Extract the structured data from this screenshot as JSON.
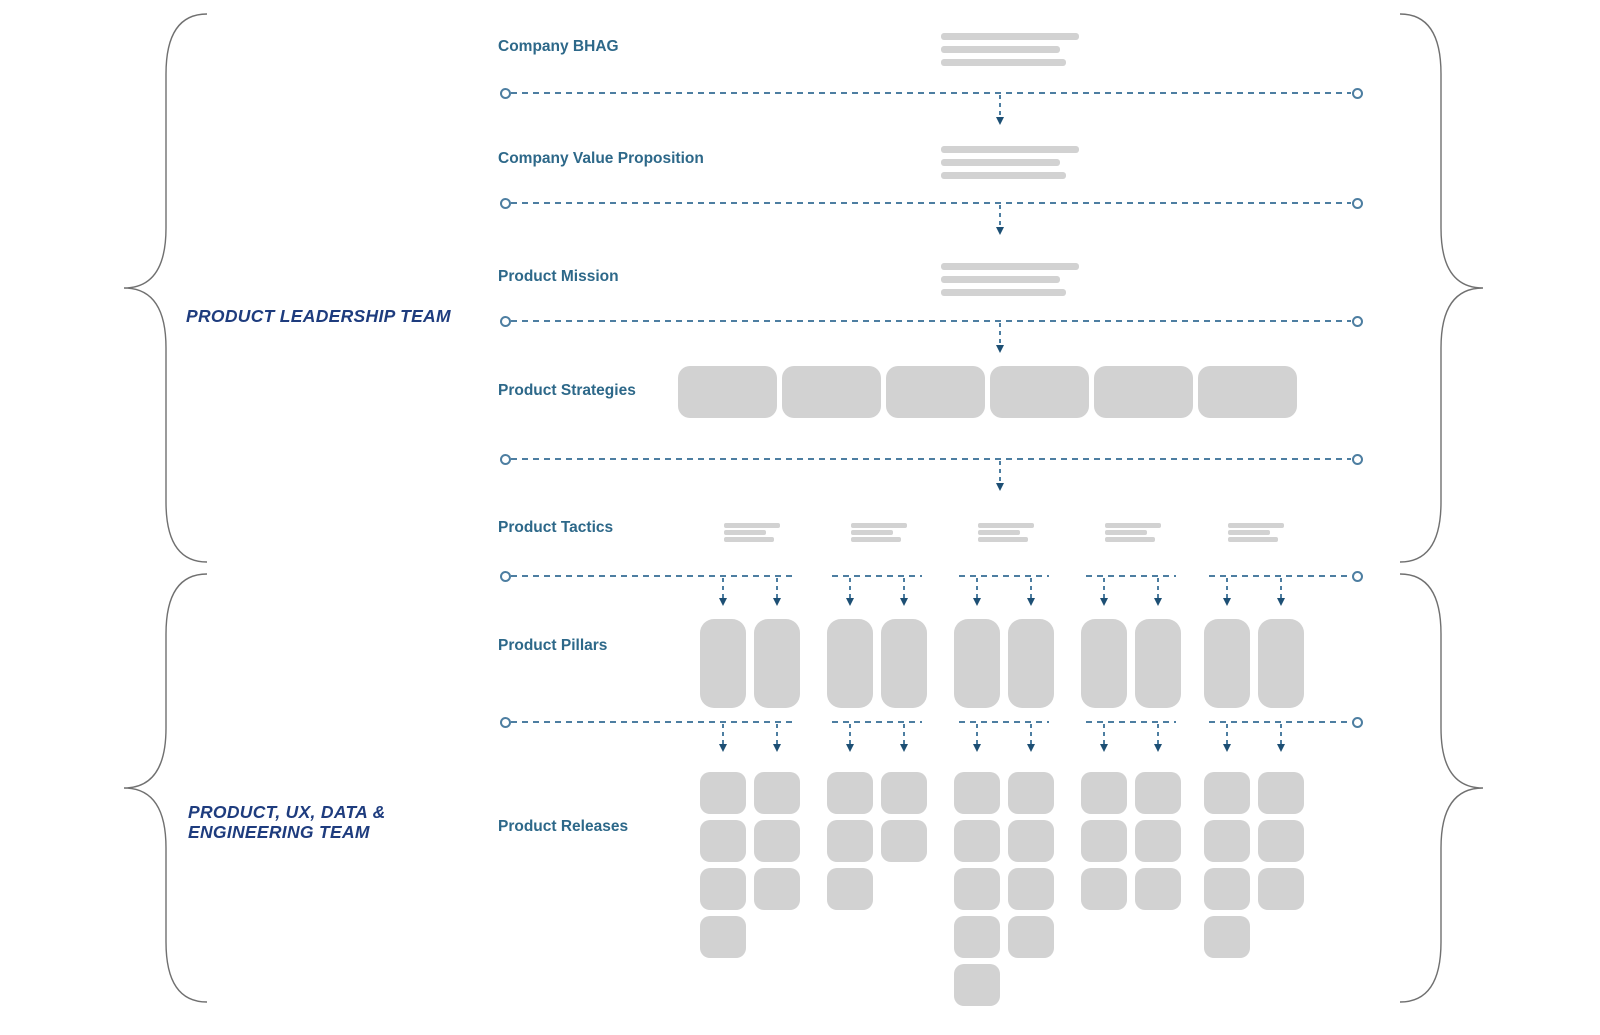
{
  "diagram": {
    "teams": [
      {
        "name": "Product Leadership Team",
        "lines": [
          "PRODUCT LEADERSHIP TEAM"
        ]
      },
      {
        "name": "Product, UX, Data & Engineering Team",
        "lines": [
          "PRODUCT, UX, DATA &",
          "ENGINEERING TEAM"
        ]
      }
    ],
    "rows": [
      {
        "label": "Company BHAG",
        "kind": "text-placeholder"
      },
      {
        "label": "Company Value Proposition",
        "kind": "text-placeholder"
      },
      {
        "label": "Product Mission",
        "kind": "text-placeholder"
      },
      {
        "label": "Product Strategies",
        "kind": "blocks",
        "count": 6
      },
      {
        "label": "Product Tactics",
        "kind": "mini-text-groups",
        "count": 5
      },
      {
        "label": "Product Pillars",
        "kind": "pillar-groups",
        "count": 5,
        "pillars_per_group": 2
      },
      {
        "label": "Product Releases",
        "kind": "release-grid",
        "columns_per_group": [
          [
            4,
            3
          ],
          [
            3,
            2
          ],
          [
            5,
            4
          ],
          [
            3,
            3
          ],
          [
            4,
            3
          ]
        ]
      }
    ],
    "placeholder_bar_widths": [
      138,
      119,
      125
    ],
    "tactic_line_widths": [
      56,
      42,
      50
    ],
    "colors": {
      "line": "#4d7ea1",
      "arrow": "#1d4f74",
      "row_label": "#2d6889",
      "team_label": "#1e3c7e",
      "placeholder_block": "#d2d2d2",
      "brace": "#707070",
      "background": "#ffffff"
    }
  }
}
